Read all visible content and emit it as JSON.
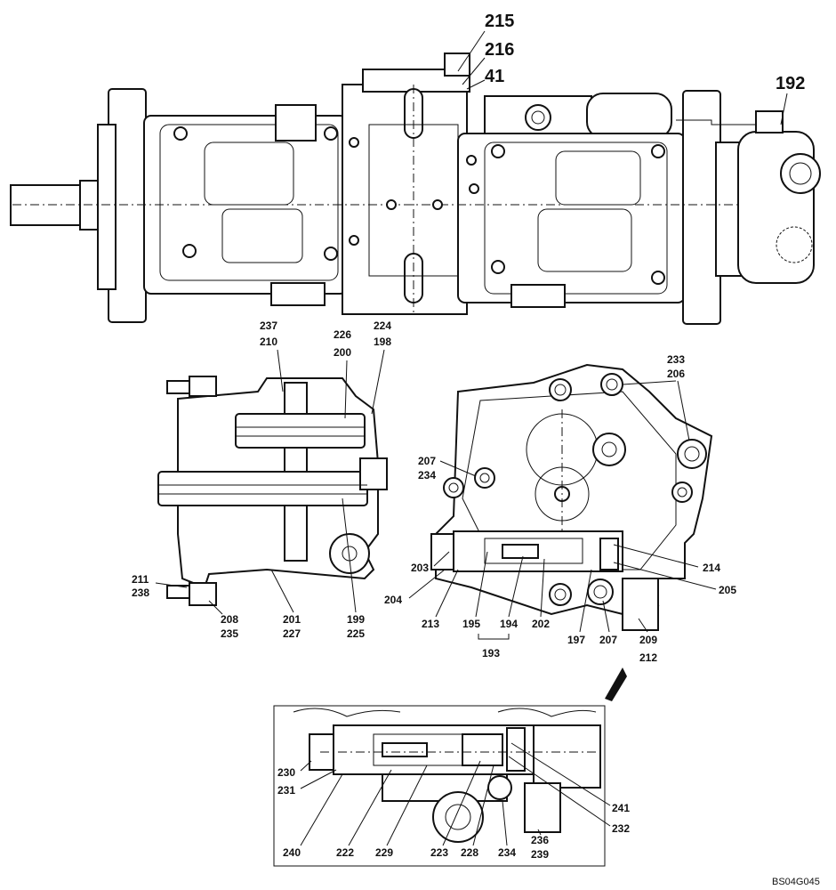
{
  "drawing_code": "BS04G045",
  "top_callouts": [
    "215",
    "216",
    "41",
    "192"
  ],
  "left_callouts": {
    "a": "237",
    "b": "210",
    "c": "226",
    "d": "200",
    "e": "224",
    "f": "198",
    "g": "211",
    "h": "238",
    "i": "208",
    "j": "235",
    "k": "201",
    "l": "227",
    "m": "199",
    "n": "225"
  },
  "right_callouts": {
    "a": "233",
    "b": "206",
    "c": "207",
    "d": "234",
    "e": "203",
    "f": "214",
    "g": "204",
    "h": "205",
    "i": "213",
    "j": "195",
    "k": "194",
    "l": "202",
    "m": "197",
    "n": "207",
    "o": "209",
    "p": "212",
    "q": "193"
  },
  "detail_callouts": {
    "a": "230",
    "b": "231",
    "c": "241",
    "d": "232",
    "e": "240",
    "f": "222",
    "g": "229",
    "h": "223",
    "i": "228",
    "j": "234",
    "k": "236",
    "l": "239"
  }
}
